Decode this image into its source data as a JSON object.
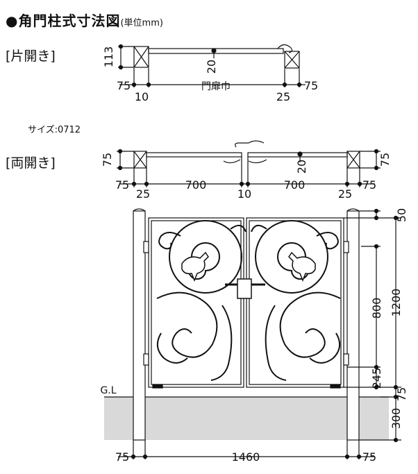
{
  "title": "●角門柱式寸法図",
  "unit": "(単位mm)",
  "single": {
    "label": "[片開き]",
    "post_height": "113",
    "gap": "20",
    "post_left": "75",
    "post_right": "75",
    "clear_left": "10",
    "clear_right": "25",
    "door_width": "門扉巾"
  },
  "size_label": "サイズ:0712",
  "double": {
    "label": "[両開き]",
    "post_left": "75",
    "post_right": "75",
    "post_left_bottom": "75",
    "post_right_bottom": "75",
    "gap": "20",
    "clear_left": "25",
    "leaf_left": "700",
    "center": "10",
    "leaf_right": "700",
    "clear_right": "25"
  },
  "elevation": {
    "gl": "G.L",
    "top": "50",
    "lock_height": "800",
    "total_height": "1200",
    "bottom": "245",
    "ground_gap": "75",
    "embed": "300",
    "post_left": "75",
    "total_width": "1460",
    "post_right": "75"
  }
}
